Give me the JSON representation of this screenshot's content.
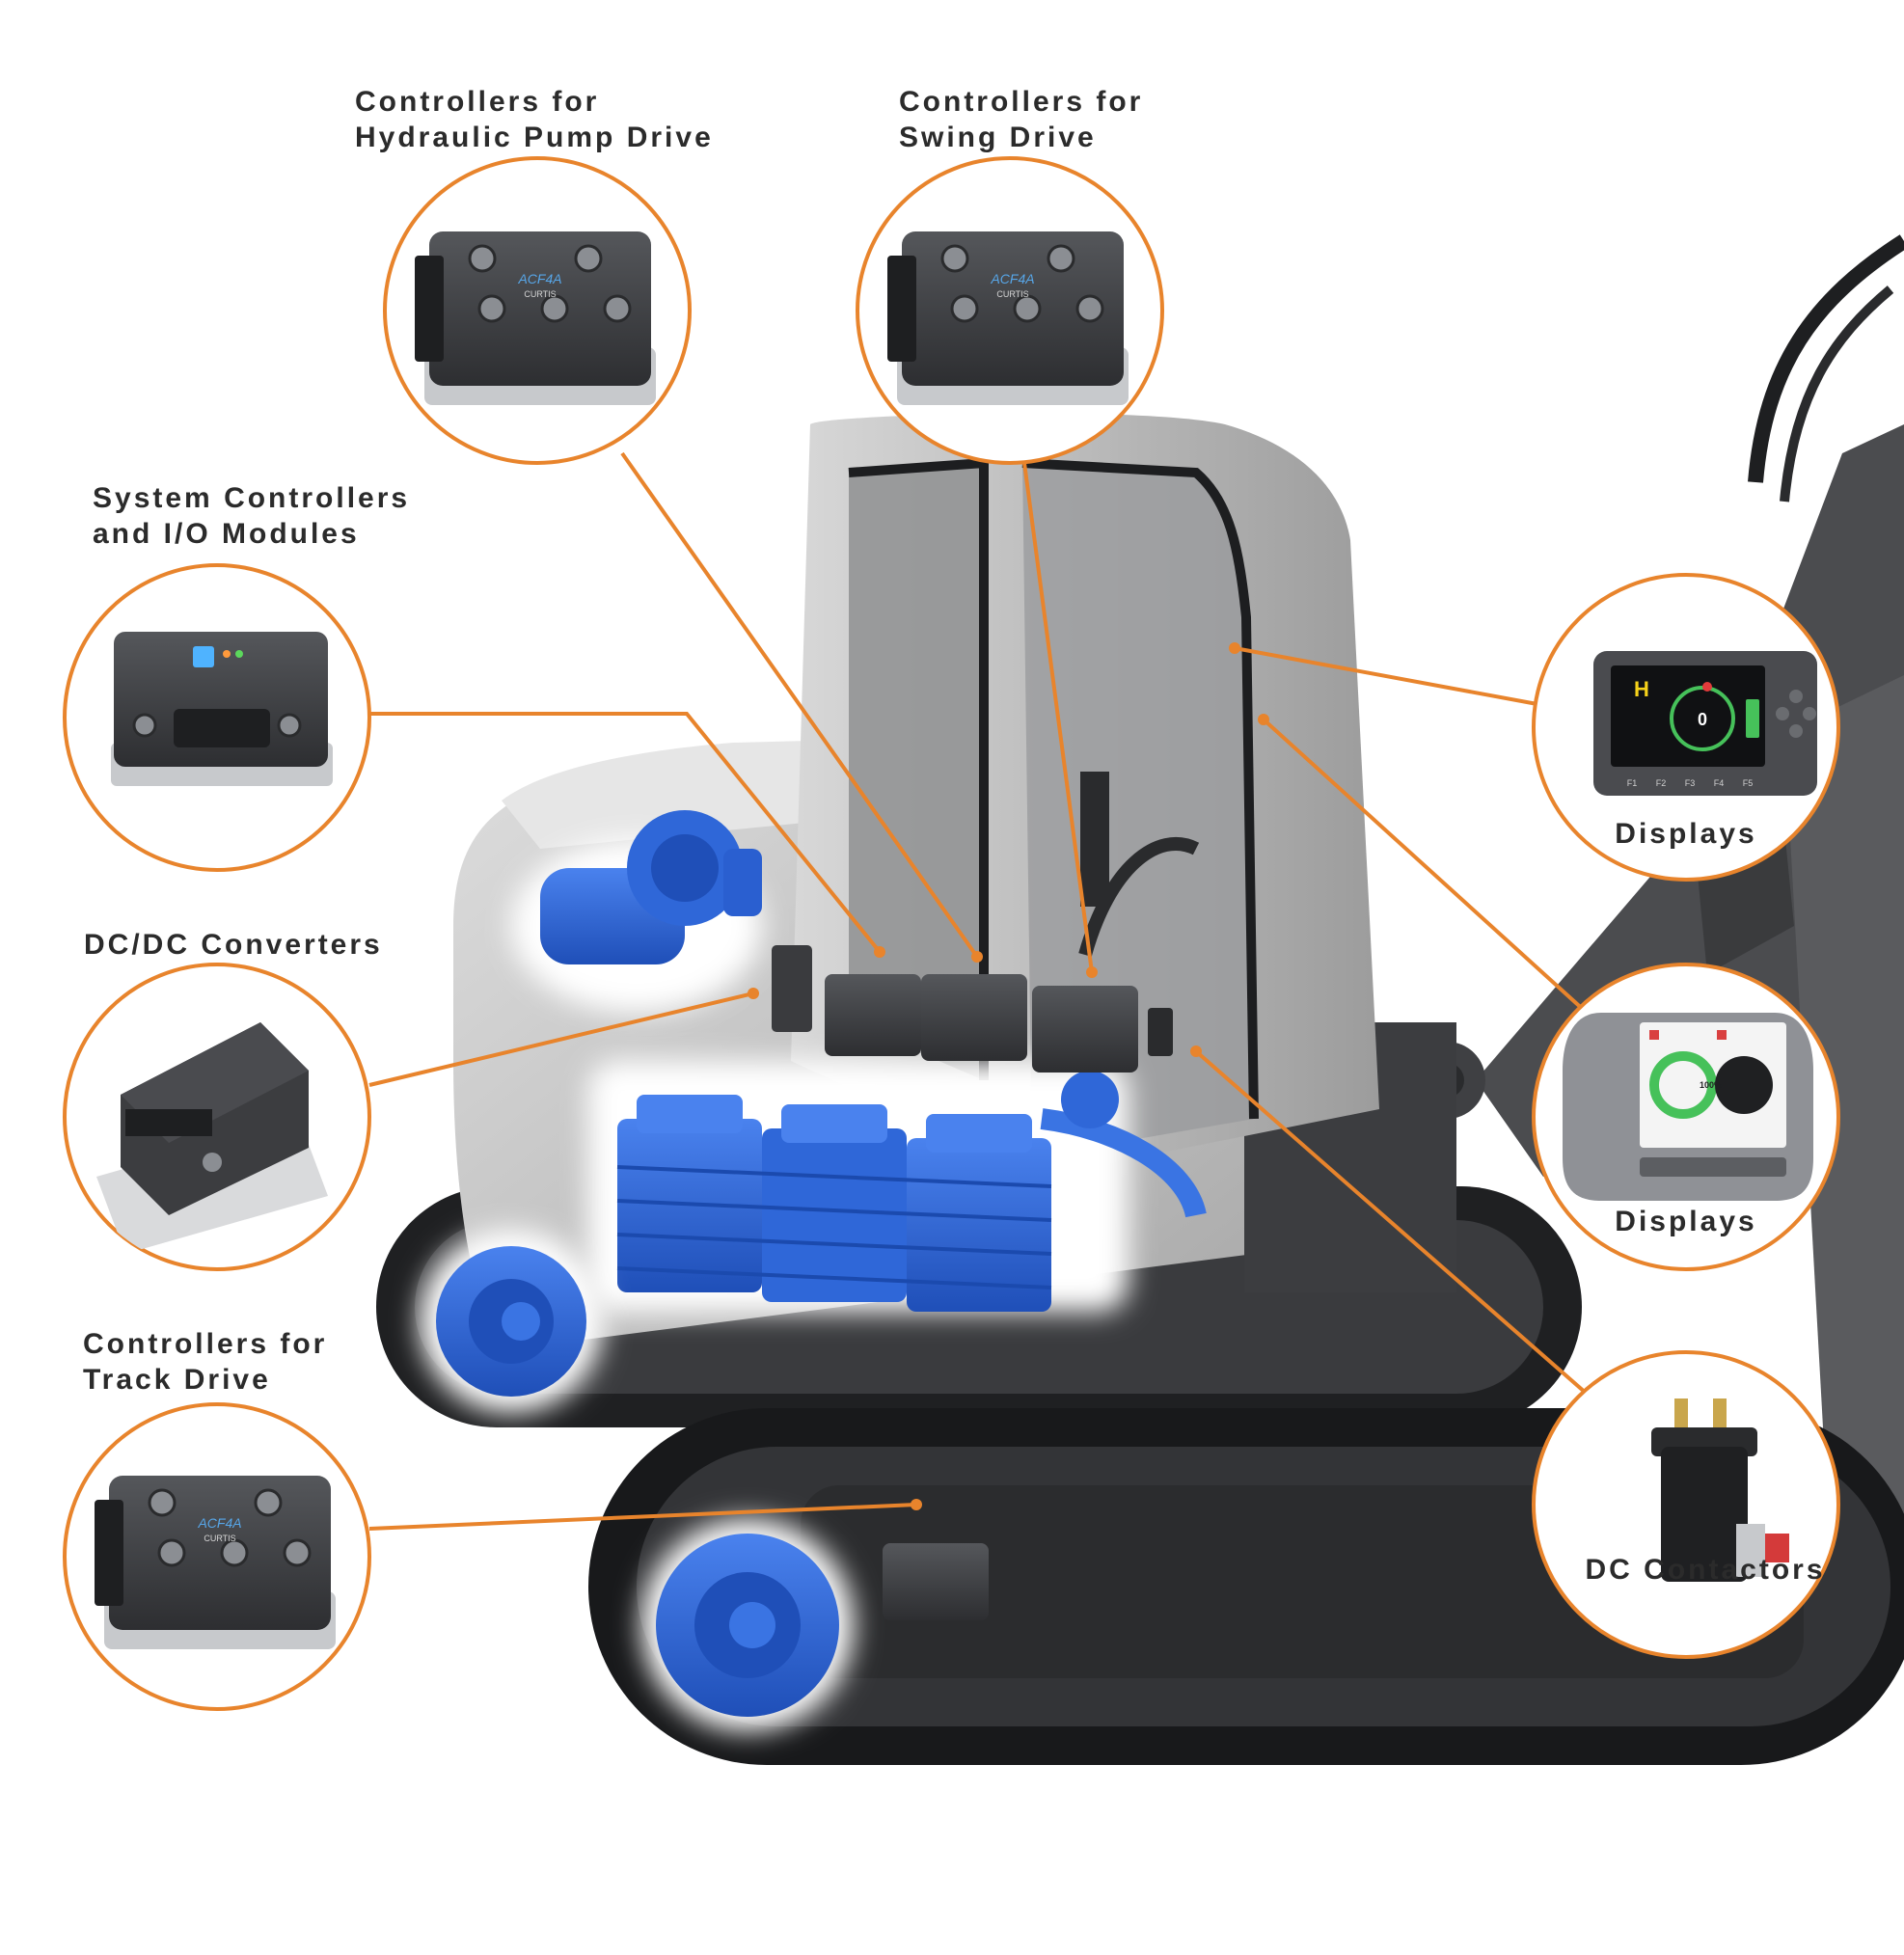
{
  "colors": {
    "accent": "#e8842c",
    "text": "#2b2b2b",
    "component_blue": "#2f67d8",
    "controller_dark": "#3c3d40"
  },
  "callouts": {
    "hydraulic_pump": {
      "line1": "Controllers for",
      "line2": "Hydraulic Pump Drive"
    },
    "swing_drive": {
      "line1": "Controllers for",
      "line2": "Swing Drive"
    },
    "system_controllers": {
      "line1": "System Controllers",
      "line2": "and I/O Modules"
    },
    "dcdc": {
      "line1": "DC/DC Converters"
    },
    "track_drive": {
      "line1": "Controllers for",
      "line2": "Track Drive"
    },
    "display_1": {
      "line1": "Displays"
    },
    "display_2": {
      "line1": "Displays"
    },
    "contactors": {
      "line1": "DC Contactors"
    }
  },
  "product_markings": {
    "controller_logo": "ACF4A",
    "controller_brand": "CURTIS",
    "display_mode_letter": "H",
    "display_speed_value": "0",
    "display_function_keys": [
      "F1",
      "F2",
      "F3",
      "F4",
      "F5"
    ],
    "display2_gauge_value": "100%"
  }
}
